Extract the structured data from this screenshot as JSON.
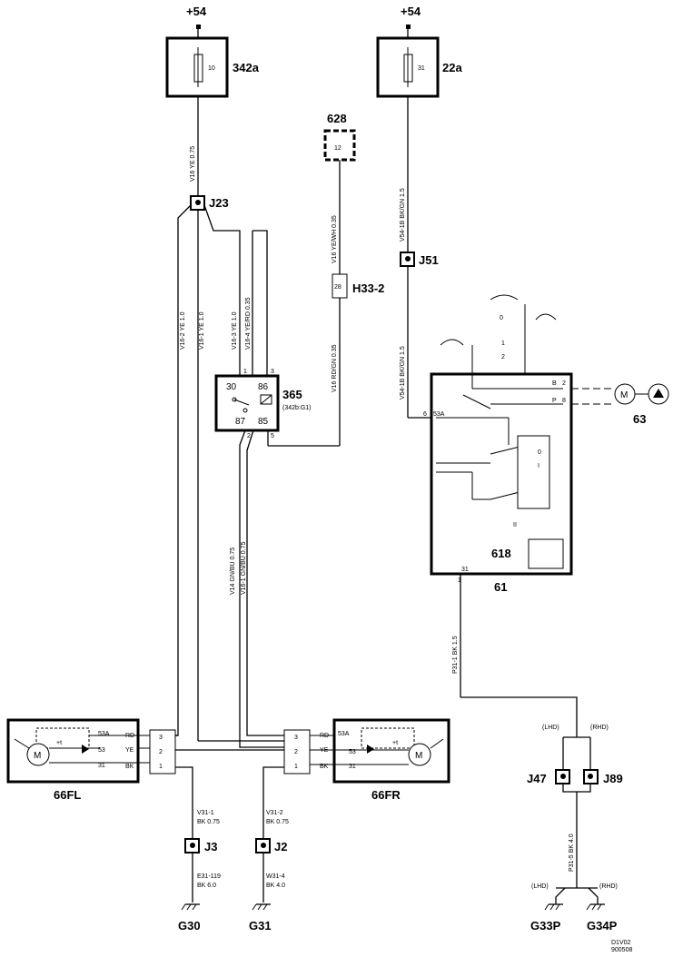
{
  "supply": {
    "left": "+54",
    "right": "+54"
  },
  "fuses": {
    "f342a": {
      "num": "10",
      "label": "342a"
    },
    "f22a": {
      "num": "31",
      "label": "22a"
    }
  },
  "module628": {
    "label": "628",
    "pin": "12"
  },
  "connectors": {
    "j23": "J23",
    "j51": "J51",
    "h33": "H33-2",
    "h33pin": "28",
    "j3": "J3",
    "j2": "J2",
    "j47": "J47",
    "j89": "J89"
  },
  "relay365": {
    "label": "365",
    "sub": "(342b:G1)",
    "pins": {
      "p30": "30",
      "p86": "86",
      "p87": "87",
      "p85": "85",
      "p1": "1",
      "p3": "3",
      "p2": "2",
      "p5": "5"
    }
  },
  "switch61": {
    "label": "61",
    "sub": "618",
    "p31": "31",
    "p1": "1",
    "p6": "6",
    "p53a": "53A",
    "p2": "2",
    "p8": "8",
    "pB": "B",
    "pP": "P"
  },
  "motor63": {
    "label": "63",
    "m": "M"
  },
  "wipers": {
    "fl": {
      "label": "66FL",
      "t53a": "53A",
      "t53": "53",
      "t31": "31",
      "m": "M",
      "thermo": "+t"
    },
    "fr": {
      "label": "66FR",
      "t53a": "53A",
      "t53": "53",
      "t31": "31",
      "m": "M",
      "thermo": "+t"
    },
    "rd": "RD",
    "ye": "YE",
    "bk": "BK",
    "pins": [
      "3",
      "2",
      "1"
    ]
  },
  "grounds": {
    "g30": "G30",
    "g31": "G31",
    "g33p": "G33P",
    "g34p": "G34P"
  },
  "side": {
    "lhd": "(LHD)",
    "rhd": "(RHD)"
  },
  "wires": {
    "v16_ye_075": "V16   YE   0.75",
    "v54_bkgn_15": "V54-1B   BK/GN   1.5",
    "v16_yewh": "V16   YE/WH   0.35",
    "v16_rdgn": "V16   RD/GN   0.35",
    "v54_1b": "V54-1B   BK/GN   1.5",
    "v16_2": "V16-2   YE   1.0",
    "v16_1": "V16-1   YE   1.0",
    "v16_3": "V16-3   YE   1.0",
    "v16_4": "V16-4   YE/RD   0.35",
    "v14": "V14   GN/BU   0.75",
    "v16_1b": "V16-1   GN/BU   0.75",
    "p31_1": "P31-1   BK   1.5",
    "v31_1": "V31-1",
    "v31_1b": "BK      0.75",
    "v31_2": "V31-2",
    "v31_2b": "BK      0.75",
    "e31": "E31-119",
    "e31b": "BK      6.0",
    "w31": "W31-4",
    "w31b": "BK      4.0",
    "p31_5": "P31-5   BK   4.0"
  },
  "footer": {
    "l1": "D1V02",
    "l2": "900508"
  },
  "misc": {
    "zero": "0",
    "one": "1",
    "two": "2",
    "roman1": "I",
    "roman2": "II"
  }
}
